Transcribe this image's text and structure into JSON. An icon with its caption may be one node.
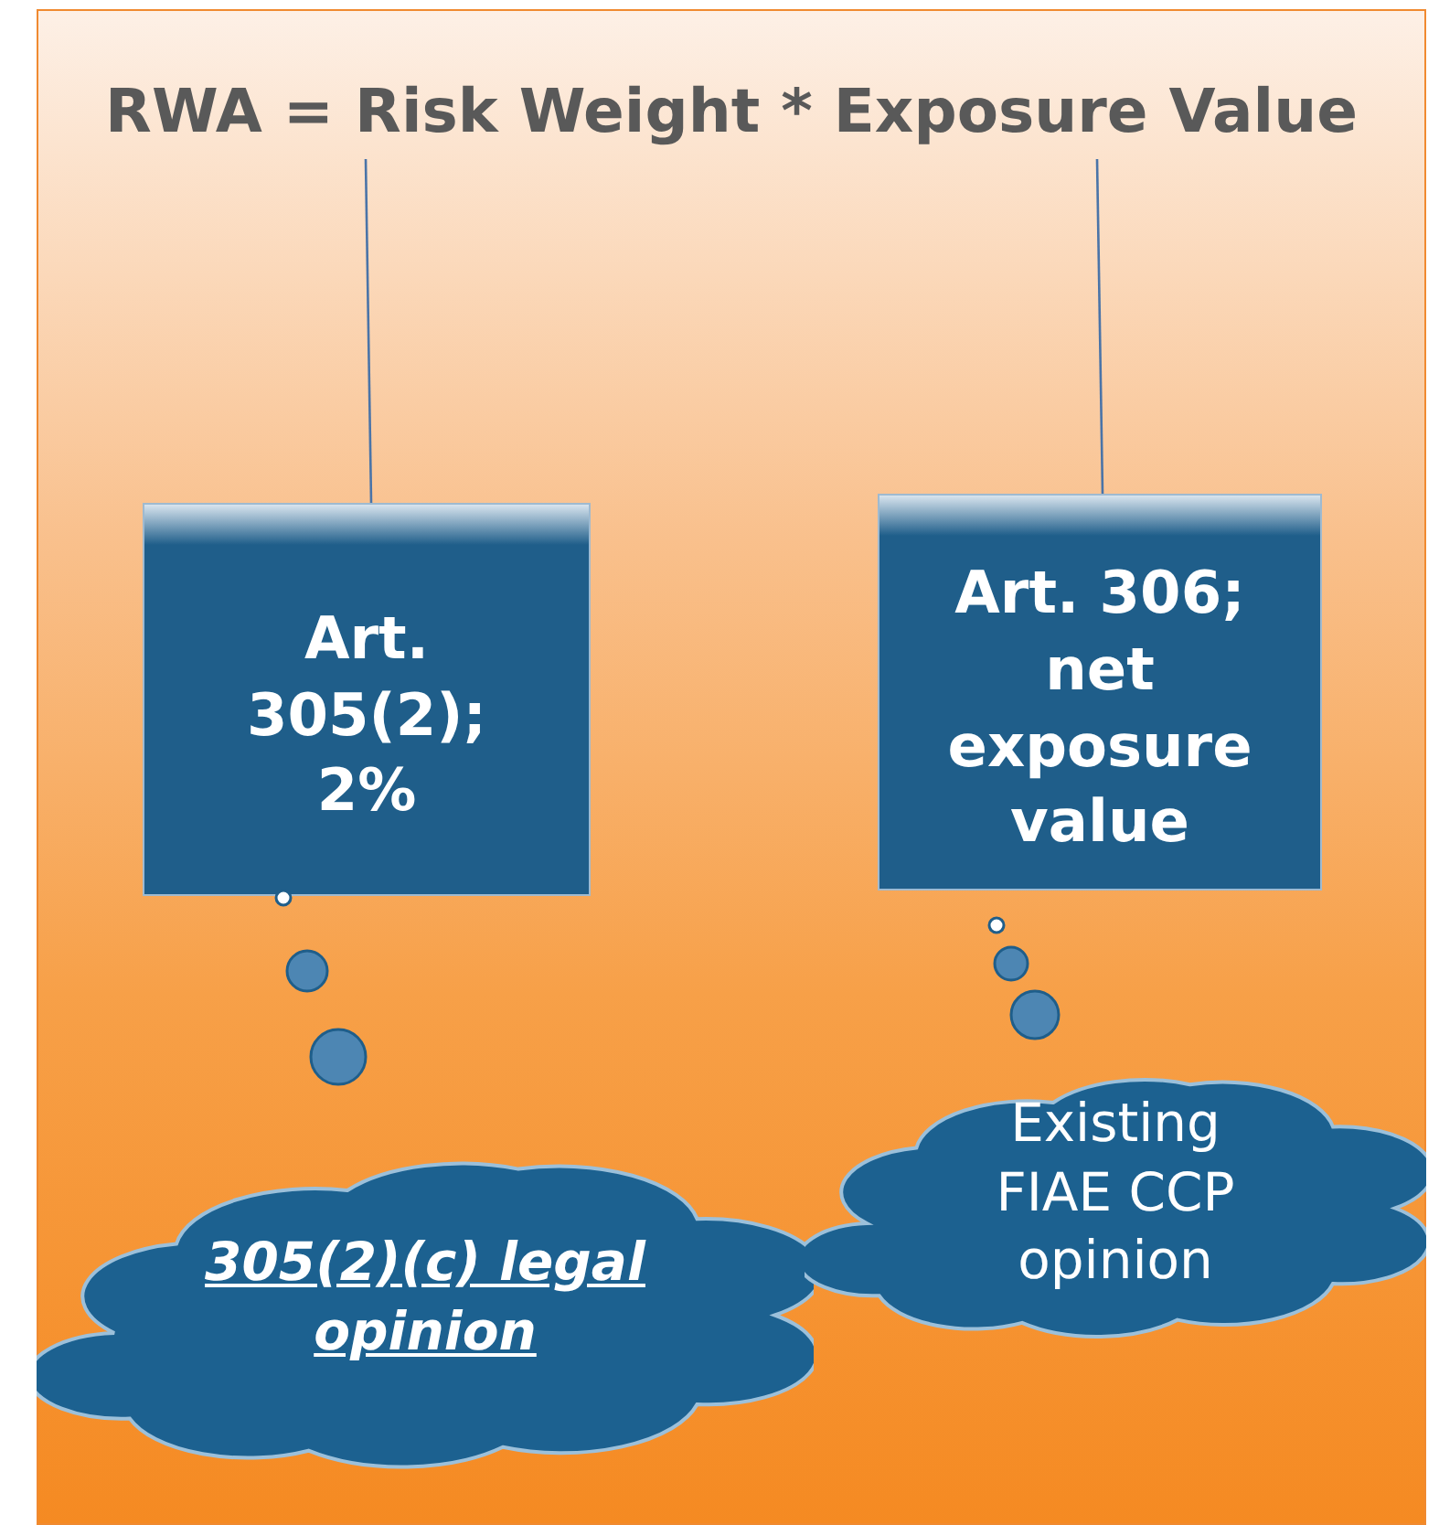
{
  "diagram": {
    "nodes": [
      {
        "text": [
          "RWA = Risk Weight * Exposure Value"
        ]
      },
      {
        "text": [
          "Art. 305(2); 2%"
        ]
      },
      {
        "text": [
          "Art. 306; net exposure value"
        ]
      },
      {
        "text": [
          "305(2)(c) legal opinion"
        ]
      },
      {
        "text": [
          "Existing FIAE CCP opinion"
        ]
      }
    ],
    "edges": [
      {
        "from": 0,
        "to": 1,
        "arrow": "none"
      },
      {
        "from": 0,
        "to": 2,
        "arrow": "none"
      }
    ]
  }
}
